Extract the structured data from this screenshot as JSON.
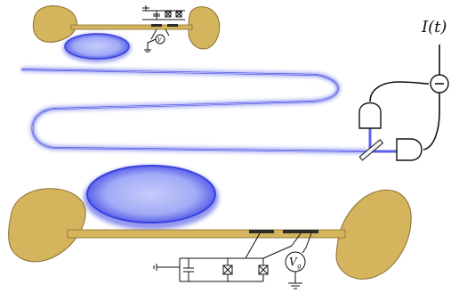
{
  "labels": {
    "current": "I(t)",
    "gate_voltage_main": "V",
    "gate_voltage_main_sub": "g",
    "gate_voltage_small": "V",
    "gate_voltage_small_sub": "g"
  },
  "icons": {
    "meter": "minus-circle-meter",
    "detector": "photodetector-d-shape",
    "beamsplitter": "beam-splitter-plate"
  },
  "colors": {
    "gold": "#d4b45c",
    "gold_edge": "#8a7033",
    "resonator_fill": "#a9b2f5",
    "resonator_edge": "#3b42e0",
    "fiber": "#3b42e0",
    "junction": "#2b2b2b",
    "wire": "#111111"
  }
}
